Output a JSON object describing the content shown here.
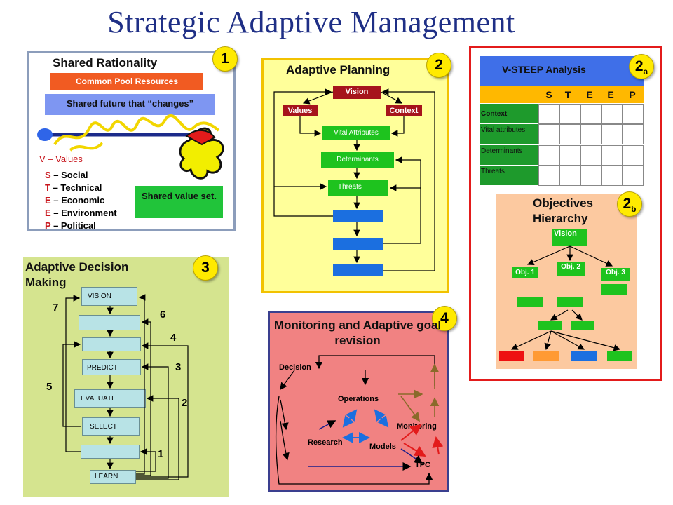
{
  "title": "Strategic Adaptive Management",
  "panel1": {
    "badge": "1",
    "title": "Shared Rationality",
    "common_pool": "Common Pool Resources",
    "shared_future": "Shared future that “changes”",
    "values_line": "V – Values",
    "steep": [
      {
        "letter": "S",
        "text": "– Social"
      },
      {
        "letter": "T",
        "text": "– Technical"
      },
      {
        "letter": "E",
        "text": "– Economic"
      },
      {
        "letter": "E",
        "text": "– Environment"
      },
      {
        "letter": "P",
        "text": "–  Political"
      }
    ],
    "shared_value": "Shared value set."
  },
  "panel2": {
    "badge": "2",
    "title": "Adaptive Planning",
    "vision": "Vision",
    "values": "Values",
    "context": "Context",
    "vital": "Vital Attributes",
    "determinants": "Determinants",
    "threats": "Threats"
  },
  "panel2a": {
    "badge_main": "2",
    "badge_sub": "a",
    "title": "V-STEEP Analysis",
    "columns": [
      "S",
      "T",
      "E",
      "E",
      "P"
    ],
    "rows": [
      "Context",
      "Vital attributes",
      "Determinants",
      "Threats"
    ]
  },
  "panel2b": {
    "badge_main": "2",
    "badge_sub": "b",
    "title": "Objectives Hierarchy",
    "vision": "Vision",
    "obj1": "Obj. 1",
    "obj2": "Obj. 2",
    "obj3": "Obj. 3"
  },
  "panel3": {
    "badge": "3",
    "title": "Adaptive Decision Making",
    "steps": [
      "VISION",
      "",
      "",
      "PREDICT",
      "EVALUATE",
      "SELECT",
      "",
      "LEARN"
    ],
    "numbers": [
      "7",
      "6",
      "4",
      "3",
      "5",
      "2",
      "1"
    ]
  },
  "panel4": {
    "badge": "4",
    "title": "Monitoring and Adaptive goal revision",
    "decision": "Decision",
    "operations": "Operations",
    "monitoring": "Monitoring",
    "research": "Research",
    "models": "Models",
    "tpc": "TPC"
  },
  "colors": {
    "title": "#1f2f86",
    "badge": "#ffea00",
    "panel1_border": "#8c9dbb",
    "panel2_bg": "#ffff9a",
    "panel2_border": "#f2c200",
    "panel3_bg": "#d5e48f",
    "panel4_bg": "#f18282",
    "panel4_border": "#3a3f8f",
    "group2_border": "#e31b1b",
    "steep_header": "#3f6fe8",
    "steep_cols": "#ffb800",
    "steep_rows": "#1e9a2c",
    "hierarchy_bg": "#fcc9a0",
    "green_box": "#1ec31e",
    "blue_box": "#1b6fe0",
    "dark_red_box": "#a6141c"
  }
}
